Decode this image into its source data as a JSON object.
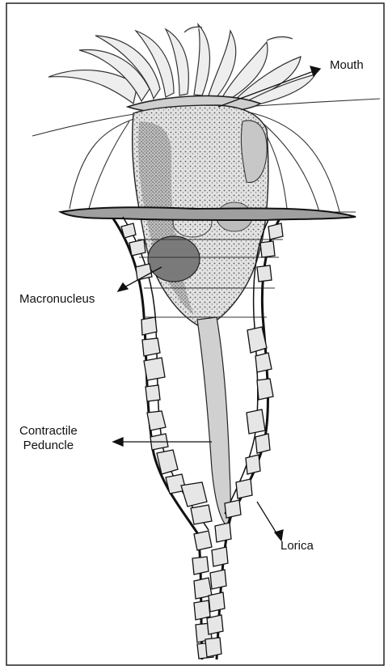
{
  "labels": {
    "mouth": "Mouth",
    "macronucleus": "Macronucleus",
    "peduncle_line1": "Contractile",
    "peduncle_line2": "Peduncle",
    "lorica": "Lorica"
  },
  "colors": {
    "ink": "#111111",
    "stipple": "#9a9a9a",
    "body_fill": "#d9d9d9",
    "cilia_fill": "#eeeeee",
    "frame": "#222222"
  }
}
